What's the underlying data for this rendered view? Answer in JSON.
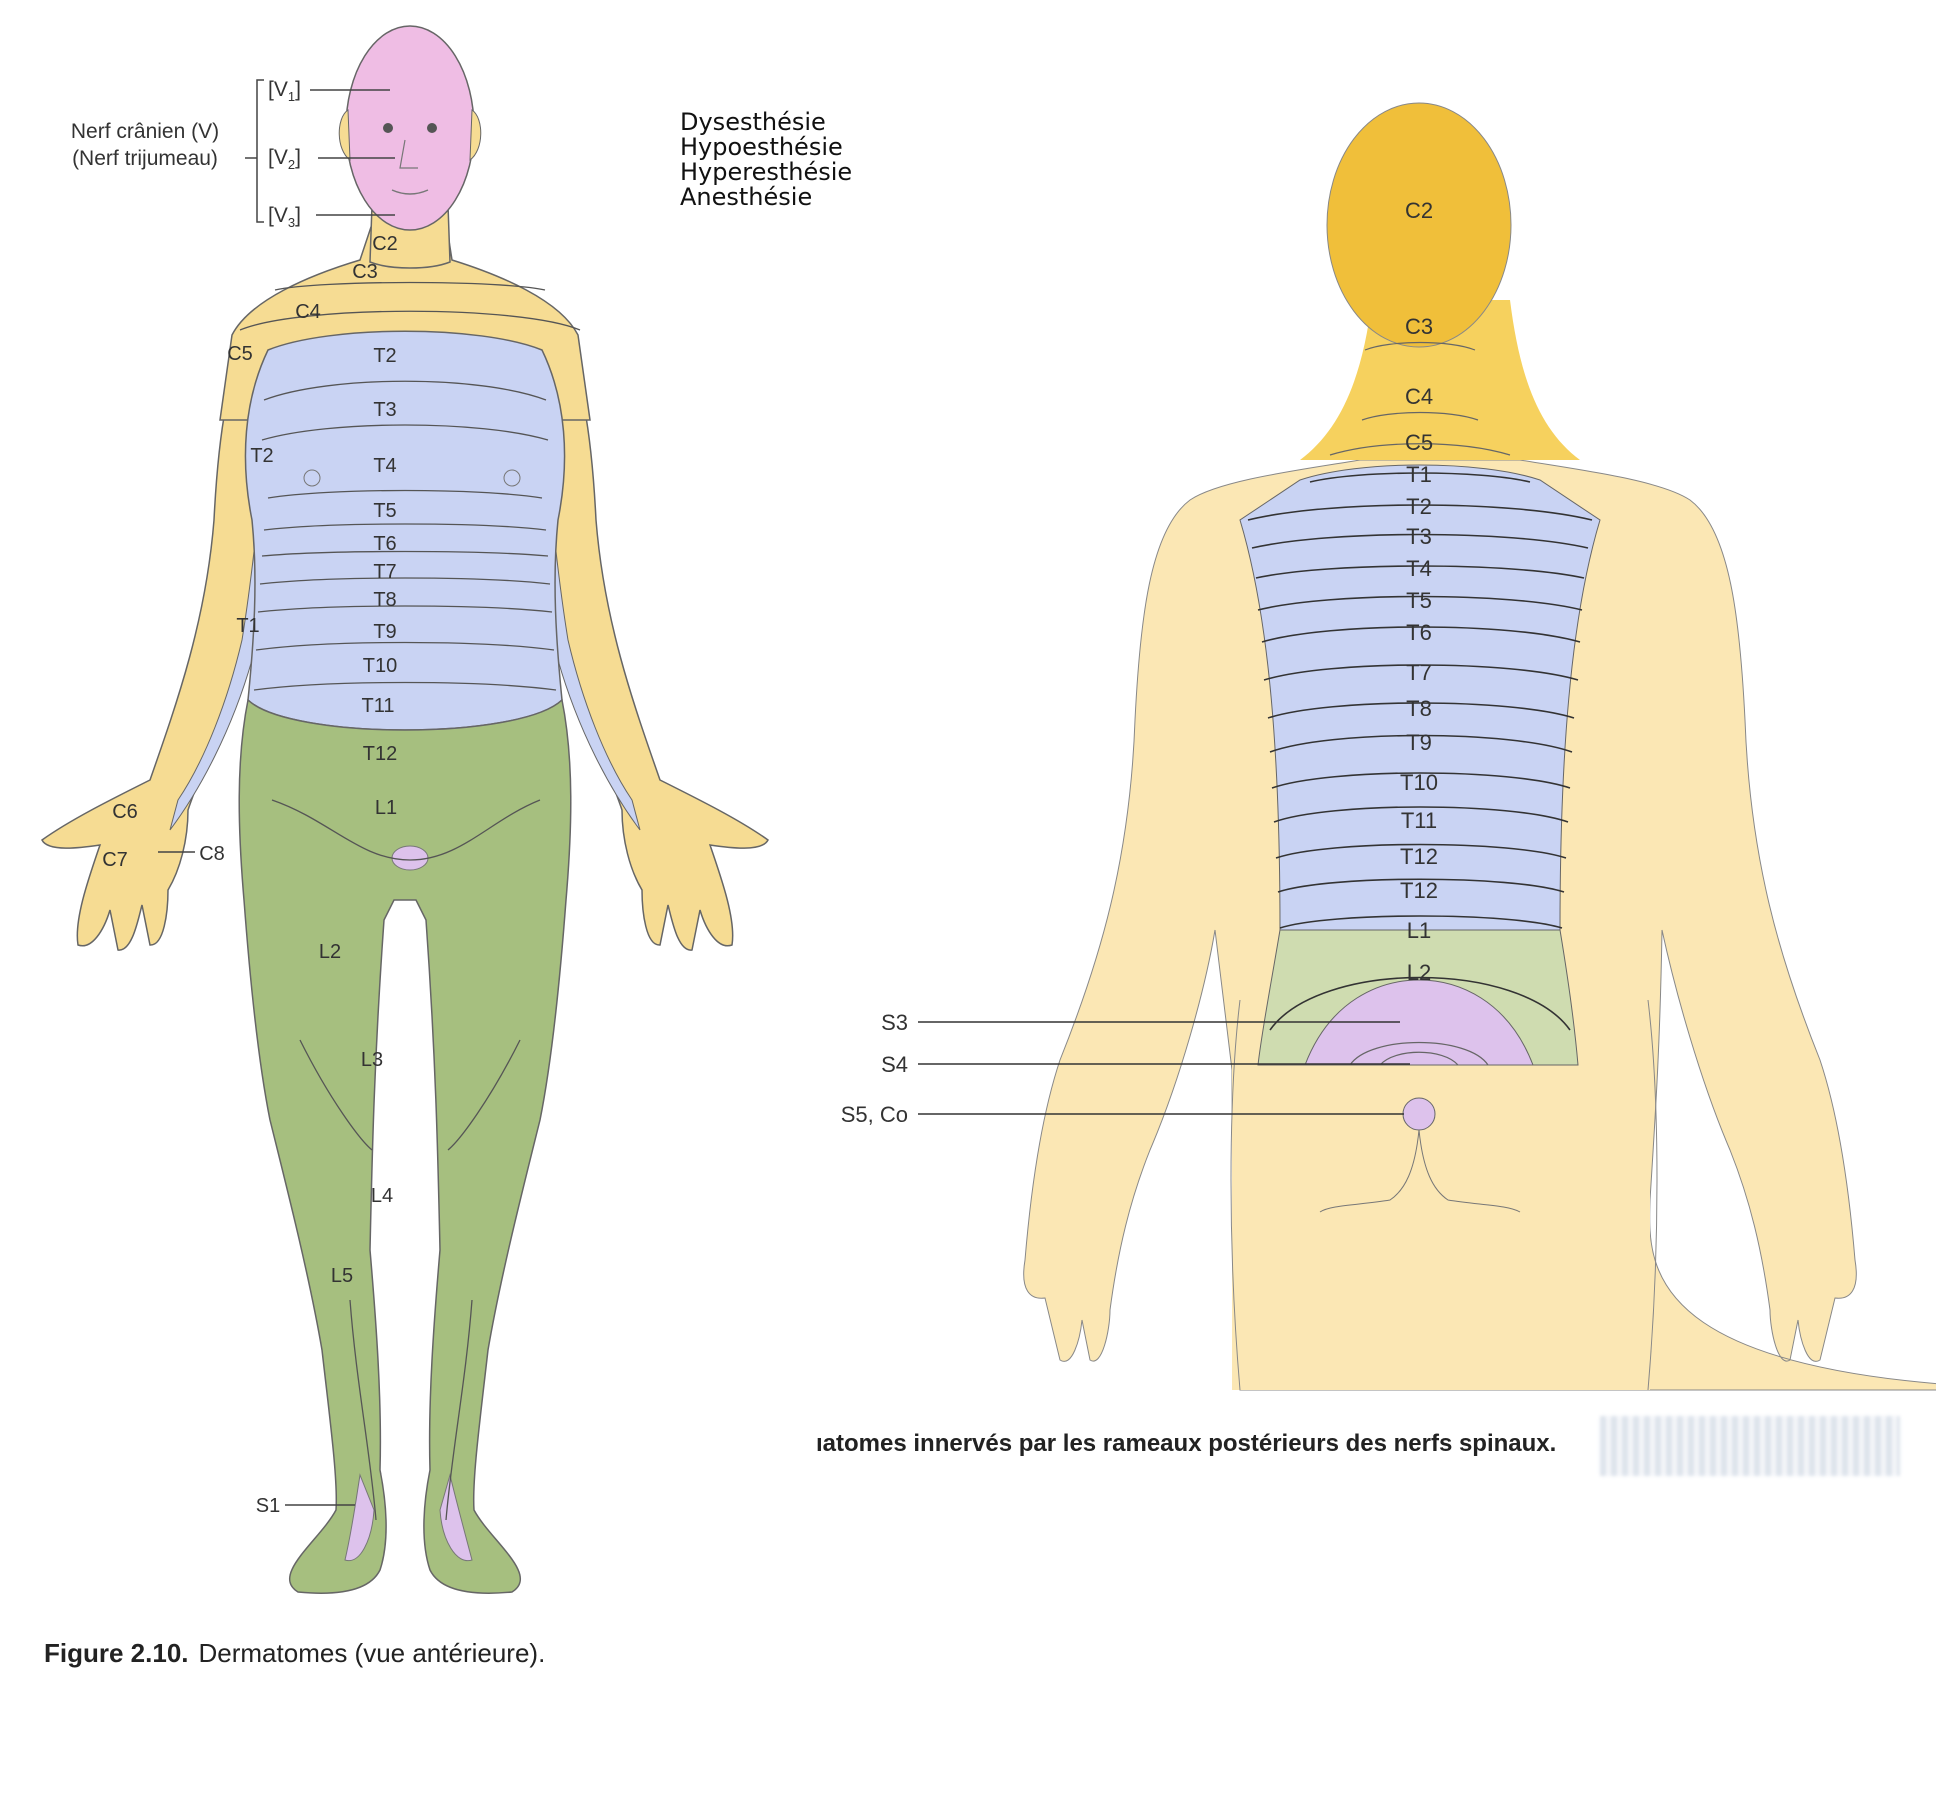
{
  "legend": {
    "items": [
      "Dysesthésie",
      "Hypoesthésie",
      "Hyperesthésie",
      "Anesthésie"
    ]
  },
  "anterior": {
    "cranial_nerve_label_1": "Nerf crânien (V)",
    "cranial_nerve_label_2": "(Nerf trijumeau)",
    "v_labels": [
      "[V",
      "[V",
      "[V"
    ],
    "v_subs": [
      "1",
      "2",
      "3"
    ],
    "v_close": "]",
    "labels": {
      "c2": "C2",
      "c3": "C3",
      "c4": "C4",
      "c5": "C5",
      "c6": "C6",
      "c7": "C7",
      "c8": "C8",
      "t1": "T1",
      "t2_side": "T2",
      "t2": "T2",
      "t3": "T3",
      "t4": "T4",
      "t5": "T5",
      "t6": "T6",
      "t7": "T7",
      "t8": "T8",
      "t9": "T9",
      "t10": "T10",
      "t11": "T11",
      "t12": "T12",
      "l1": "L1",
      "l2": "L2",
      "l3": "L3",
      "l4": "L4",
      "l5": "L5",
      "s1": "S1"
    },
    "caption_number": "Figure 2.10.",
    "caption_text": "Dermatomes (vue antérieure)."
  },
  "posterior": {
    "labels": {
      "c2": "C2",
      "c3": "C3",
      "c4": "C4",
      "c5": "C5",
      "t1": "T1",
      "t2": "T2",
      "t3": "T3",
      "t4": "T4",
      "t5": "T5",
      "t6": "T6",
      "t7": "T7",
      "t8": "T8",
      "t9": "T9",
      "t10": "T10",
      "t11": "T11",
      "t12a": "T12",
      "t12b": "T12",
      "l1": "L1",
      "l2": "L2",
      "s3": "S3",
      "s4": "S4",
      "s5co": "S5, Co"
    },
    "caption": "ıatomes innervés par les rameaux postérieurs des nerfs spinaux."
  },
  "colors": {
    "skin": "#fbe7b4",
    "cervical": "#f6dc93",
    "head_back": "#f0bf3a",
    "neck_back": "#f6d15e",
    "thoracic": "#c9d3f3",
    "lumbar": "#a6bf7f",
    "lumbar_back": "#cfdcb0",
    "sacral": "#ddc2ec",
    "face": "#efbde4",
    "line": "#444444"
  }
}
